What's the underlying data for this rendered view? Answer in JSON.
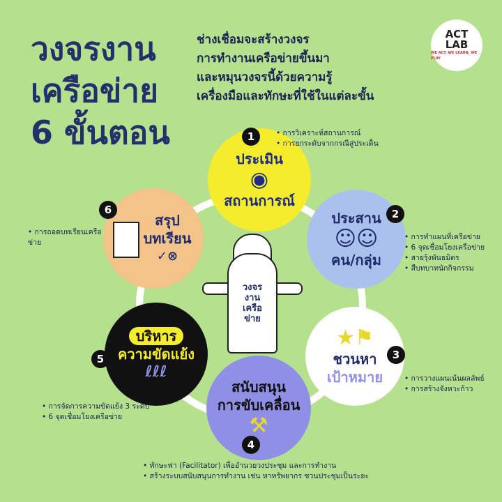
{
  "title": {
    "lines": [
      "วงจรงาน",
      "เครือข่าย",
      "6 ขั้นตอน"
    ]
  },
  "subtitle": {
    "lines": [
      "ช่างเชื่อมจะสร้างวงจร",
      "การทำงานเครือข่ายขึ้นมา",
      "และหมุนวงจรนี้ด้วยความรู้",
      "เครื่องมือและทักษะที่ใช้ในแต่ละขั้น"
    ]
  },
  "logo": {
    "text": "ACT LAB",
    "tagline": "WE ACT, WE LEARN, WE PLAY"
  },
  "center": {
    "lines": [
      "วงจร",
      "งาน",
      "เครือ",
      "ข่าย"
    ]
  },
  "steps": [
    {
      "number": "1",
      "lines": [
        "ประเมิน",
        "สถานการณ์"
      ],
      "icon": "eye-icon",
      "color": "#f5ec2c",
      "bullets": [
        "การวิเคราะห์สถานการณ์",
        "การยกระดับจากกรณีสู่ประเด็น"
      ]
    },
    {
      "number": "2",
      "lines": [
        "ประสาน",
        "คน/กลุ่ม"
      ],
      "icon": "people-icon",
      "color": "#a9c1ec",
      "bullets": [
        "การทำแผนที่เครือข่าย",
        "6 จุดเชื่อมโยงเครือข่าย",
        "สายรุ้งพันธมิตร",
        "สืบทบาทนักกิจกรรม"
      ]
    },
    {
      "number": "3",
      "lines": [
        "ชวนหา",
        "เป้าหมาย"
      ],
      "icon": "flag-icon",
      "color": "#ffffff",
      "bullets": [
        "การวางแผนเน้นผลลัพธ์",
        "การสร้างจังหวะก้าว"
      ]
    },
    {
      "number": "4",
      "lines": [
        "สนับสนุน",
        "การขับเคลื่อน"
      ],
      "icon": "tools-icon",
      "color": "#8f8fe6",
      "bullets": [
        "ทักษะฟา (Facilitator) เพื่ออำนวยวงประชุม และการทำงาน",
        "สร้างระบบสนับสนุนการทำงาน เช่น หาทรัพยากร ชวนประชุมเป็นระยะ"
      ]
    },
    {
      "number": "5",
      "lines": [
        "บริหาร",
        "ความขัดแย้ง"
      ],
      "icon": "speech-bubble-icon",
      "color": "#111111",
      "bullets": [
        "การจัดการความขัดแย้ง 3 ระดับ",
        "6 จุดเชื่อมโยงเครือข่าย"
      ]
    },
    {
      "number": "6",
      "lines": [
        "สรุป",
        "บทเรียน"
      ],
      "icon": "document-icon",
      "color": "#f3c48a",
      "bullets": [
        "การถอดบทเรียนเครือข่าย"
      ]
    }
  ]
}
